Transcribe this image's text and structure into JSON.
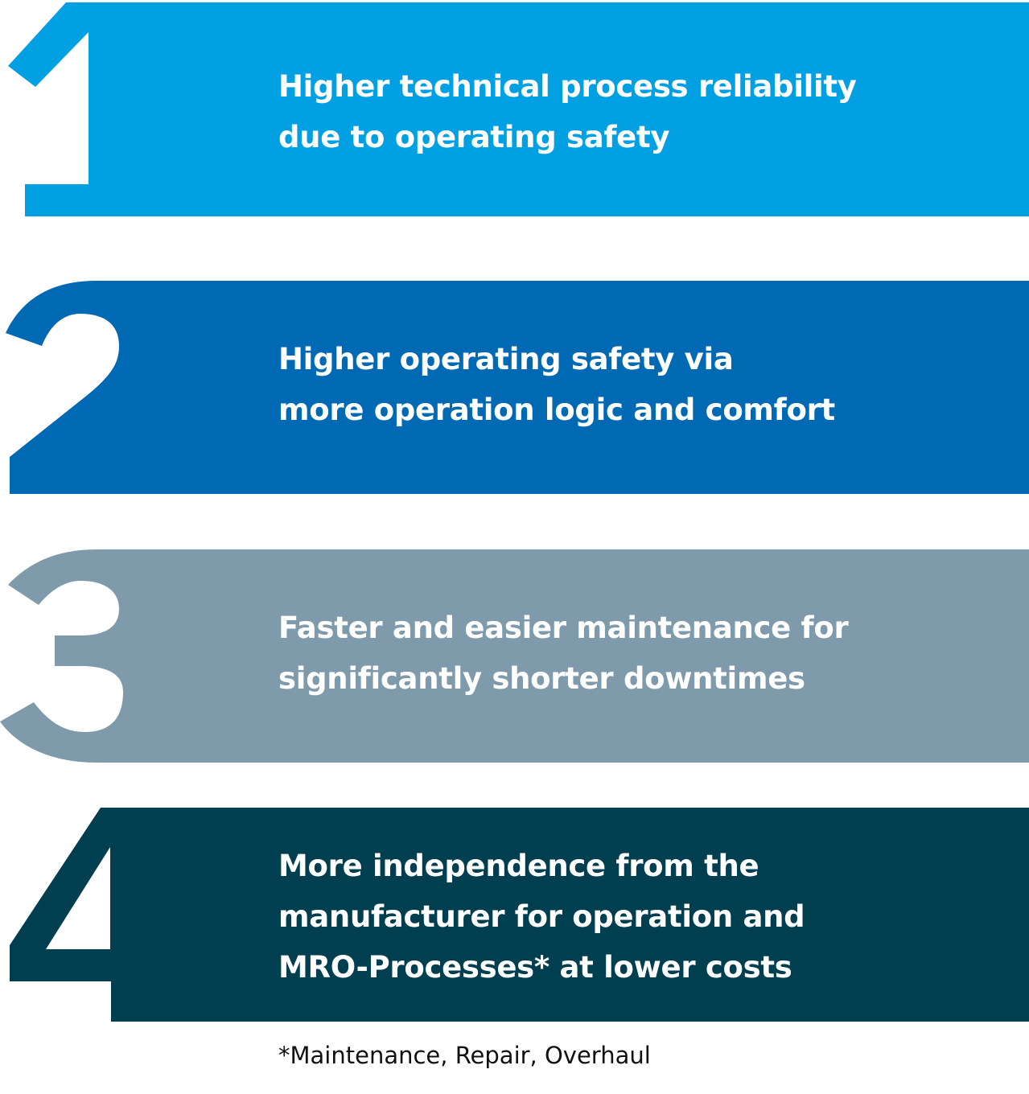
{
  "items": [
    {
      "number": "1",
      "color": "#00A0E3",
      "lines": [
        "Higher technical process reliability",
        "due to operating safety"
      ]
    },
    {
      "number": "2",
      "color": "#0069B4",
      "lines": [
        "Higher operating safety via",
        "more operation logic and comfort"
      ]
    },
    {
      "number": "3",
      "color": "#7F9BAB",
      "lines": [
        "Faster and easier maintenance for",
        "significantly shorter downtimes"
      ]
    },
    {
      "number": "4",
      "color": "#003F4F",
      "lines": [
        "More independence from the",
        "manufacturer for operation and",
        "MRO-Processes* at lower costs"
      ]
    }
  ],
  "footnote": "*Maintenance, Repair, Overhaul"
}
